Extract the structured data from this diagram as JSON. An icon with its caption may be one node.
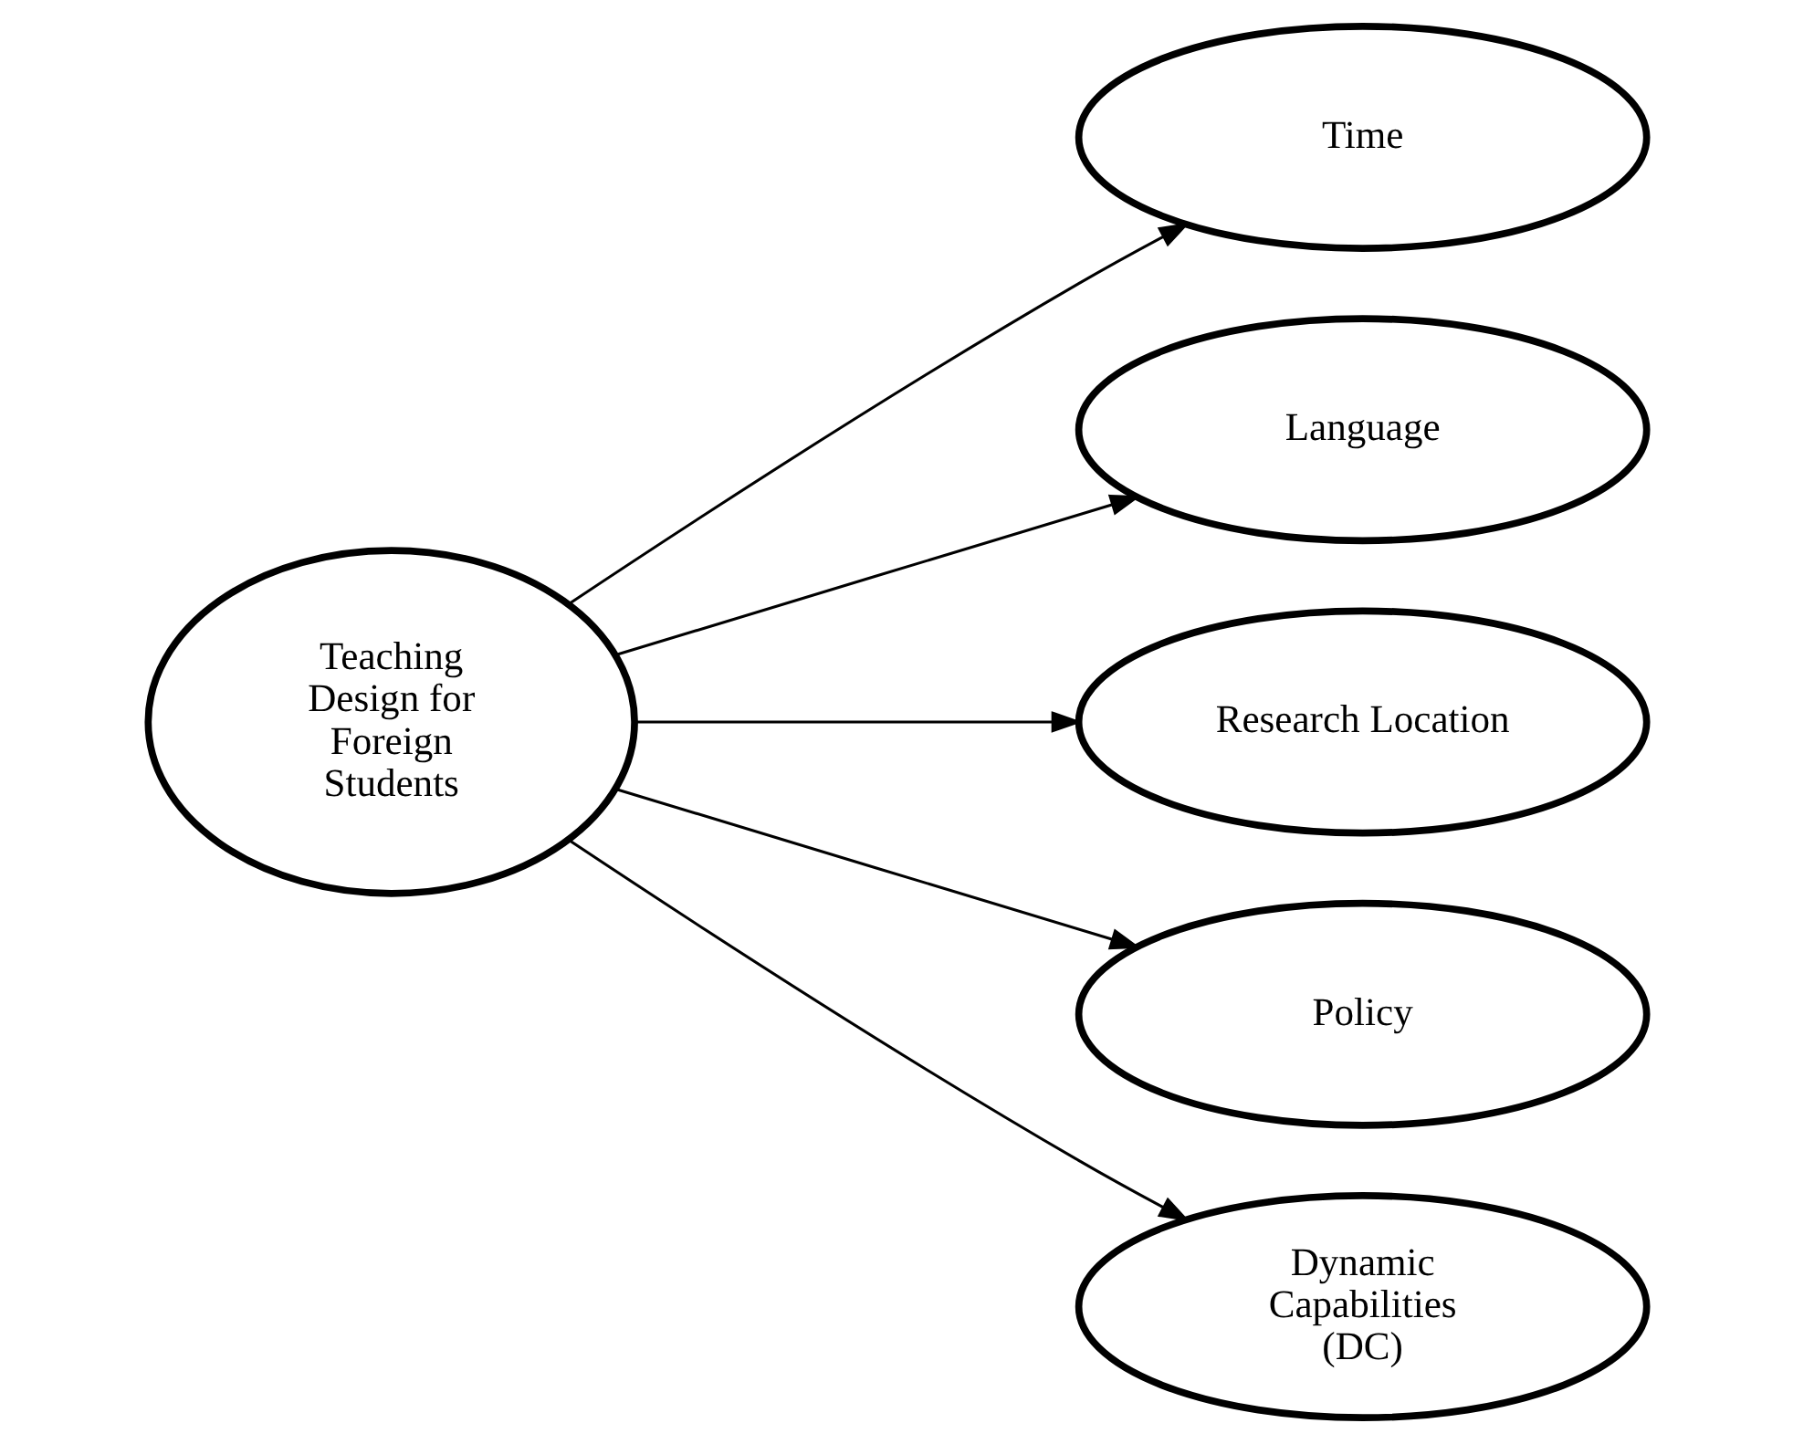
{
  "diagram": {
    "nodes": [
      {
        "text": [
          "Teaching Design for Foreign Students"
        ]
      },
      {
        "text": [
          "Time"
        ]
      },
      {
        "text": [
          "Language"
        ]
      },
      {
        "text": [
          "Research Location"
        ]
      },
      {
        "text": [
          "Policy"
        ]
      },
      {
        "text": [
          "Dynamic Capabilities (DC)"
        ]
      }
    ],
    "edges": [
      {
        "from": 0,
        "to": 1,
        "arrow": "to"
      },
      {
        "from": 0,
        "to": 2,
        "arrow": "to"
      },
      {
        "from": 0,
        "to": 3,
        "arrow": "to"
      },
      {
        "from": 0,
        "to": 4,
        "arrow": "to"
      },
      {
        "from": 0,
        "to": 5,
        "arrow": "to"
      }
    ]
  }
}
